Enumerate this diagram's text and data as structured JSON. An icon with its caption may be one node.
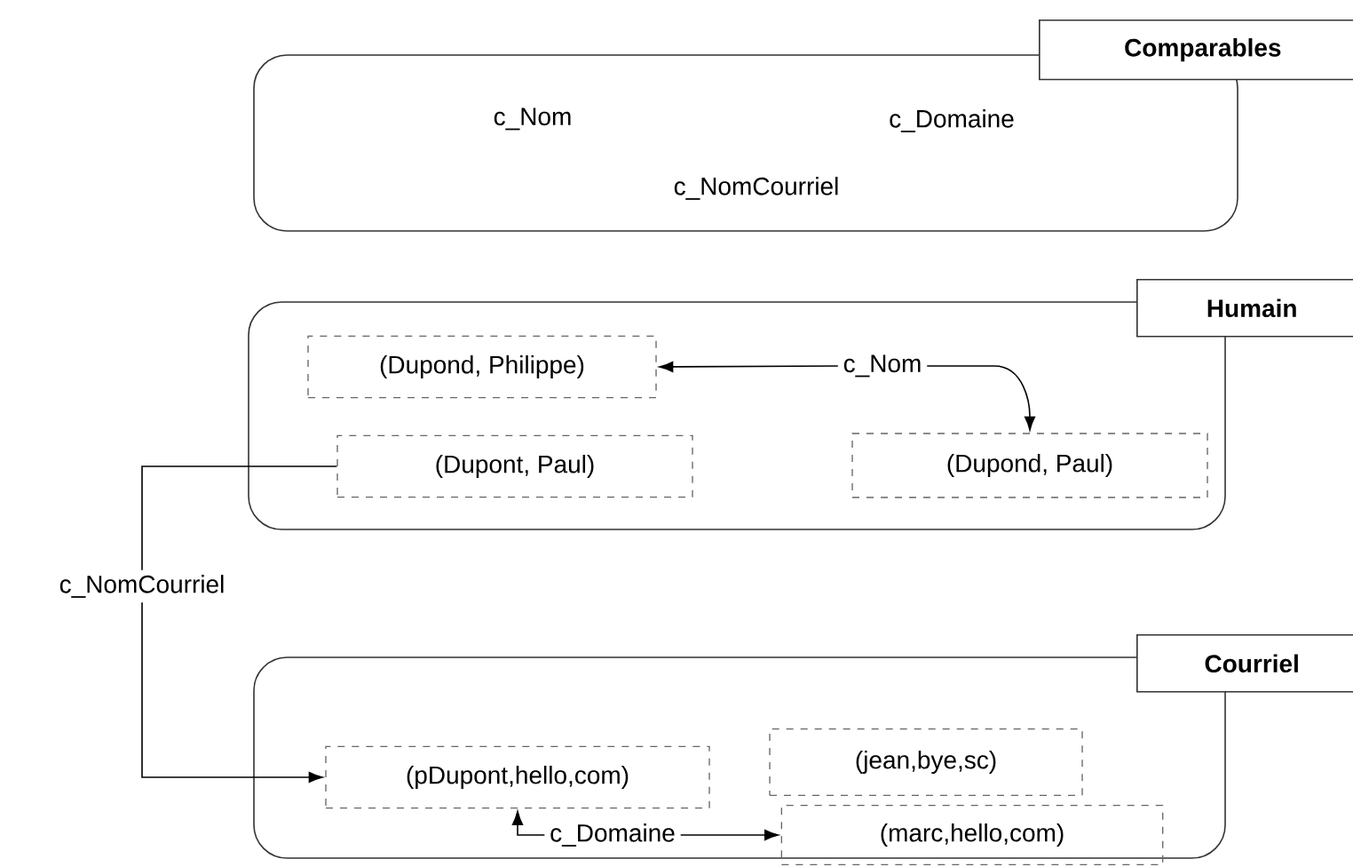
{
  "diagram": {
    "nodes": [
      {
        "text": [
          "Comparables"
        ]
      },
      {
        "text": [
          "Humain"
        ]
      },
      {
        "text": [
          "(Dupond, Philippe)"
        ],
        "in": 1
      },
      {
        "text": [
          "(Dupont, Paul)"
        ],
        "in": 1
      },
      {
        "text": [
          "(Dupond, Paul)"
        ],
        "in": 1
      },
      {
        "text": [
          "c_Nom"
        ],
        "in": 1
      },
      {
        "text": [
          "Courriel"
        ]
      },
      {
        "text": [
          "(pDupont,hello,com)"
        ],
        "in": 6
      },
      {
        "text": [
          "(jean,bye,sc)"
        ],
        "in": 6
      },
      {
        "text": [
          "(marc,hello,com)"
        ],
        "in": 6
      },
      {
        "text": [
          "c_Domaine"
        ],
        "in": 6
      }
    ],
    "edges": [
      {
        "from": 5,
        "to": 2,
        "arrow": "to"
      },
      {
        "from": 5,
        "to": 4,
        "arrow": "to"
      },
      {
        "from": 3,
        "to": 7,
        "arrow": "to",
        "label": "c_NomCourriel"
      },
      {
        "from": 10,
        "to": 7,
        "arrow": "to"
      },
      {
        "from": 10,
        "to": 9,
        "arrow": "to"
      }
    ],
    "labels": [
      "c_Nom",
      "c_Domaine",
      "c_NomCourriel"
    ]
  }
}
